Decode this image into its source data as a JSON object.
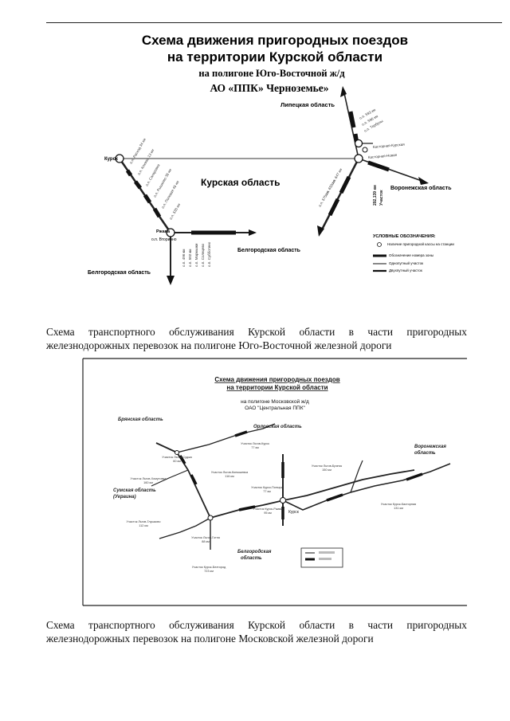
{
  "scheme1": {
    "title_line1": "Схема движения пригородных поездов",
    "title_line2": "на территории Курской области",
    "subtitle_line1": "на полигоне Юго-Восточной ж/д",
    "subtitle_line2": "АО «ППК» Черноземье»",
    "region_main": "Курская область",
    "region_lipetsk": "Липецкая область",
    "region_voronezh": "Воронежская область",
    "region_belgorod_right": "Белгородская область",
    "region_belgorod_left": "Белгородская область",
    "station_kursk": "Курск",
    "station_ryshkovo": "Ржава",
    "station_vprokhorovka": "о.п. Вторично",
    "legend_title": "УСЛОВНЫЕ ОБОЗНАЧЕНИЯ:",
    "legend_items": [
      "Наличие пригородной кассы на станции",
      "Обозначение номера зоны",
      "Однопутный участок",
      "Двухпутный участок"
    ],
    "route_labels": [
      "292,139 км",
      "Участок"
    ]
  },
  "caption1": "Схема транспортного обслуживания Курской области в части пригородных железнодорожных перевозок на полигоне Юго-Восточной железной дороги",
  "scheme2": {
    "title_line1": "Схема движения пригородных поездов",
    "title_line2": "на территории Курской области",
    "subtitle_line1": "на полигоне Московской ж/д",
    "subtitle_line2": "ОАО \"Центральная ППК\"",
    "region_bryansk": "Брянская область",
    "region_orel": "Орловская область",
    "region_voronezh_1": "Воронежская",
    "region_voronezh_2": "область",
    "region_sumy_1": "Сумская область",
    "region_sumy_2": "(Украина)",
    "region_belgorod_1": "Белгородская",
    "region_belgorod_2": "область",
    "station_kursk": "Курск",
    "sections": [
      {
        "name": "Участок Льгов-Курск",
        "km": "77 км"
      },
      {
        "name": "Участок Льгов-Конышевка",
        "km": "116 км"
      },
      {
        "name": "Участок Курск-Поныри",
        "km": "77 км"
      },
      {
        "name": "Участок Курск-Касторная",
        "km": "131 км"
      },
      {
        "name": "Участок Льгов-Глушково",
        "km": "112 км"
      },
      {
        "name": "Участок Льгов-Готня",
        "km": "88 км"
      },
      {
        "name": "Участок Льгов-Хомутовка",
        "km": "160 км"
      },
      {
        "name": "Участок Курск-Ржава",
        "km": "95 км"
      },
      {
        "name": "Участок Льгов-Суджа",
        "km": "60 км"
      },
      {
        "name": "Участок Льгов-Брянск",
        "km": "150 км"
      },
      {
        "name": "Участок Курск-Белгород",
        "km": "723 км"
      }
    ]
  },
  "caption2": "Схема транспортного обслуживания Курской области в части пригородных железнодорожных перевозок на полигоне Московской железной дороги"
}
